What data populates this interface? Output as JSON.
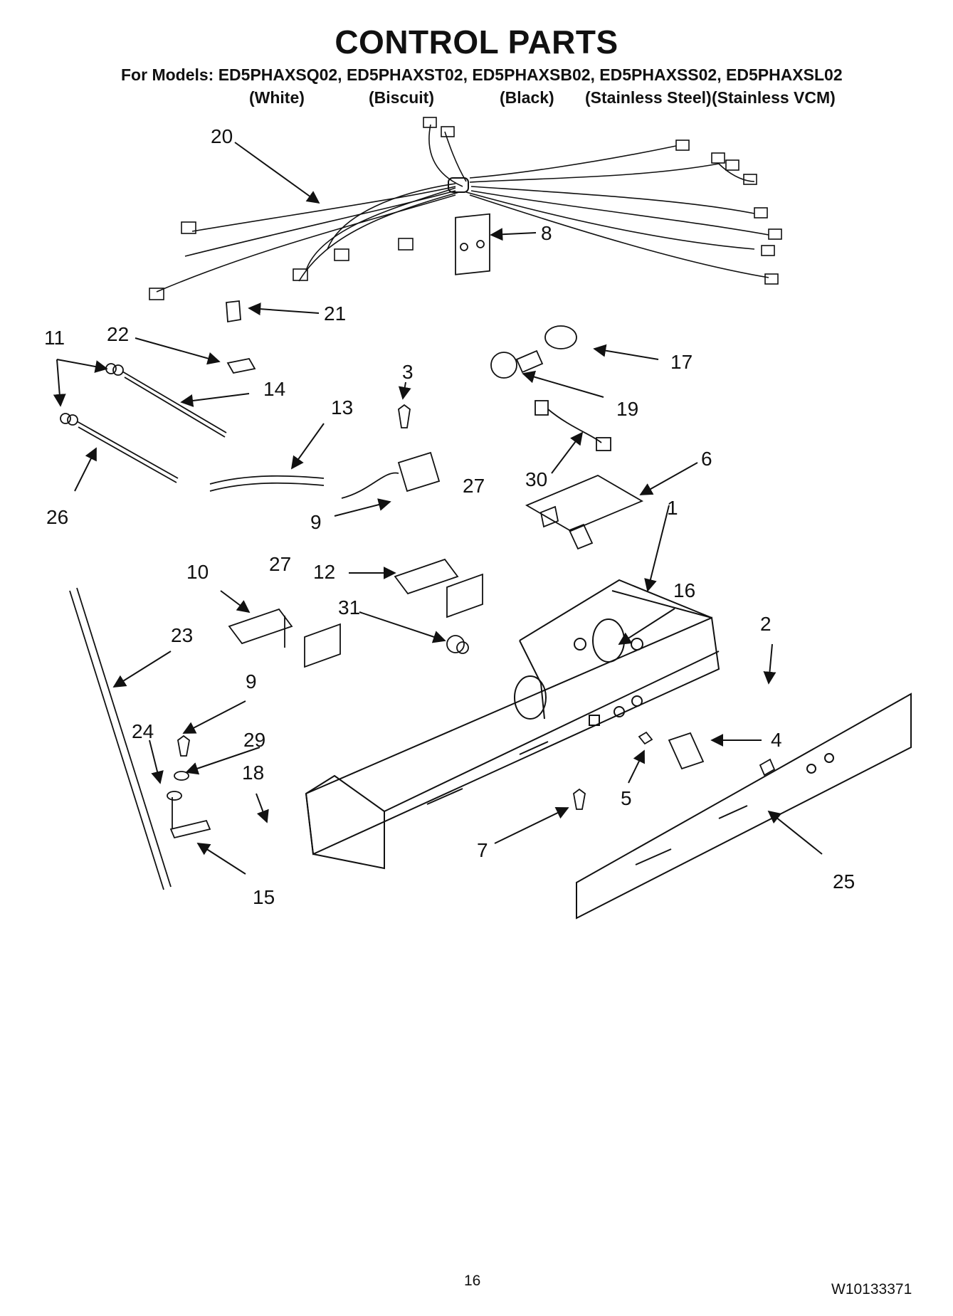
{
  "header": {
    "title": "CONTROL PARTS",
    "models_line": "For Models: ED5PHAXSQ02, ED5PHAXST02, ED5PHAXSB02, ED5PHAXSS02, ED5PHAXSL02",
    "finishes": [
      "(White)",
      "(Biscuit)",
      "(Black)",
      "(Stainless Steel)",
      "(Stainless VCM)"
    ]
  },
  "callouts": [
    "20",
    "8",
    "21",
    "11",
    "22",
    "14",
    "3",
    "17",
    "19",
    "13",
    "26",
    "9",
    "27",
    "30",
    "6",
    "1",
    "10",
    "27",
    "12",
    "31",
    "16",
    "2",
    "23",
    "9",
    "24",
    "29",
    "18",
    "4",
    "5",
    "7",
    "25",
    "15"
  ],
  "footer": {
    "page_number": "16",
    "doc_number": "W10133371"
  }
}
